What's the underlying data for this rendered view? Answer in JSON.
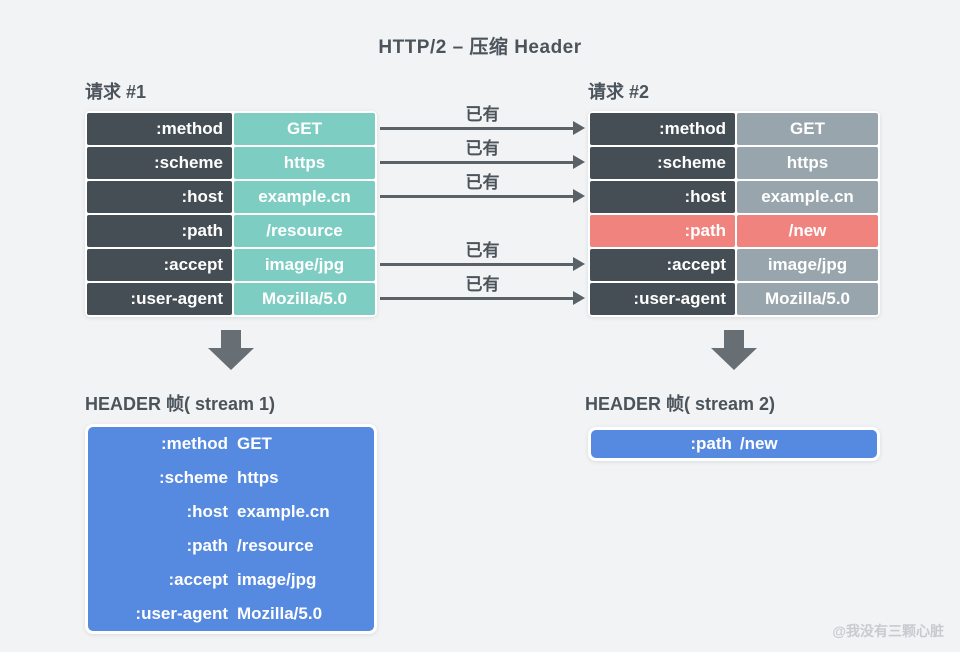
{
  "title": "HTTP/2 – 压缩 Header",
  "watermark": "@我没有三颗心脏",
  "request1": {
    "label": "请求 #1",
    "rows": [
      {
        "key": ":method",
        "value": "GET"
      },
      {
        "key": ":scheme",
        "value": "https"
      },
      {
        "key": ":host",
        "value": "example.cn"
      },
      {
        "key": ":path",
        "value": "/resource"
      },
      {
        "key": ":accept",
        "value": "image/jpg"
      },
      {
        "key": ":user-agent",
        "value": "Mozilla/5.0"
      }
    ]
  },
  "request2": {
    "label": "请求 #2",
    "rows": [
      {
        "key": ":method",
        "value": "GET",
        "highlight": false
      },
      {
        "key": ":scheme",
        "value": "https",
        "highlight": false
      },
      {
        "key": ":host",
        "value": "example.cn",
        "highlight": false
      },
      {
        "key": ":path",
        "value": "/new",
        "highlight": true
      },
      {
        "key": ":accept",
        "value": "image/jpg",
        "highlight": false
      },
      {
        "key": ":user-agent",
        "value": "Mozilla/5.0",
        "highlight": false
      }
    ]
  },
  "arrows": {
    "items": [
      {
        "label": "已有",
        "from_row": 1
      },
      {
        "label": "已有",
        "from_row": 2
      },
      {
        "label": "已有",
        "from_row": 3
      },
      {
        "label": "已有",
        "from_row": 5
      },
      {
        "label": "已有",
        "from_row": 6
      }
    ]
  },
  "frame1": {
    "label": "HEADER 帧( stream 1)",
    "rows": [
      {
        "key": ":method",
        "value": "GET"
      },
      {
        "key": ":scheme",
        "value": "https"
      },
      {
        "key": ":host",
        "value": "example.cn"
      },
      {
        "key": ":path",
        "value": "/resource"
      },
      {
        "key": ":accept",
        "value": "image/jpg"
      },
      {
        "key": ":user-agent",
        "value": "Mozilla/5.0"
      }
    ]
  },
  "frame2": {
    "label": "HEADER 帧( stream 2)",
    "rows": [
      {
        "key": ":path",
        "value": "/new"
      }
    ]
  },
  "colors": {
    "background": "#f2f3f5",
    "key_dark": "#454e54",
    "value_teal": "#7ecdc3",
    "value_gray": "#98a5ac",
    "highlight_red": "#f0837e",
    "frame_blue": "#5689e0",
    "arrow_gray": "#5a6167",
    "text_dark": "#4c545b"
  }
}
